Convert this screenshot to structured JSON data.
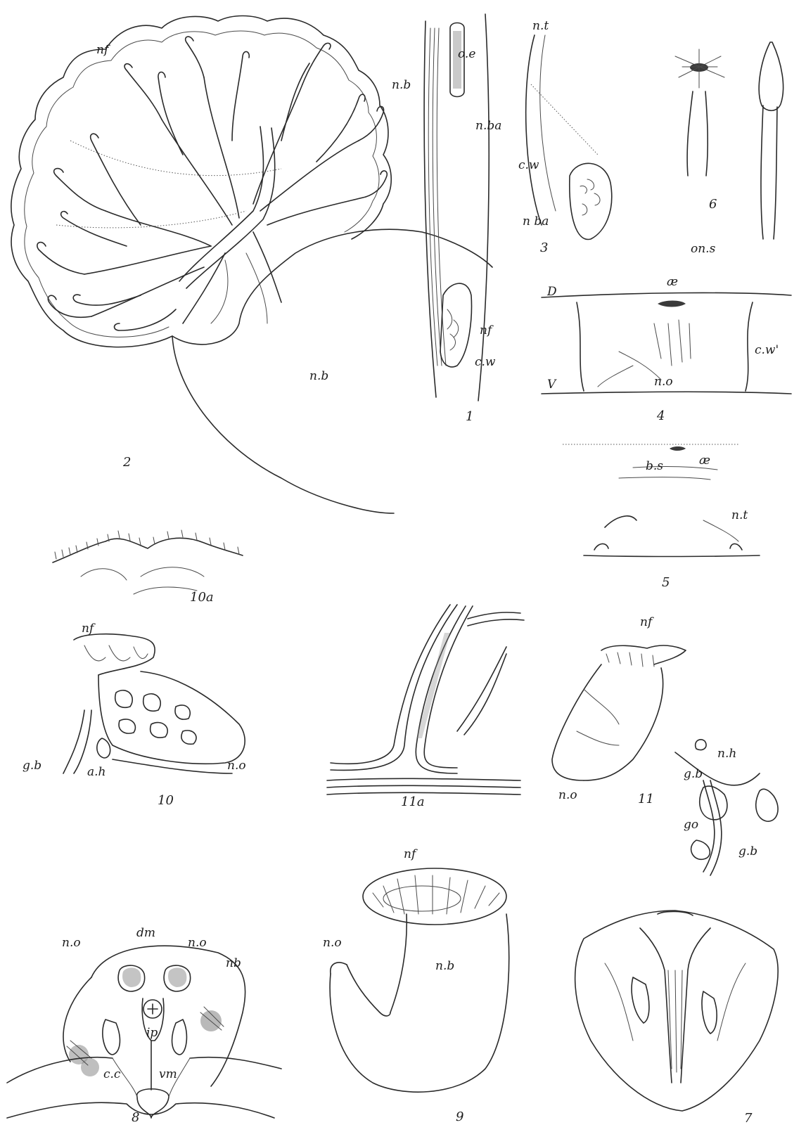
{
  "plate": {
    "labels": {
      "nf": "nf",
      "nb": "n.b",
      "nb_plain": "nb",
      "oe": "o.e",
      "nba": "n.ba",
      "nba_sp": "n ba",
      "cw": "c.w",
      "cw_prime": "c.w'",
      "nt": "n.t",
      "ons": "on.s",
      "D": "D",
      "V": "V",
      "ae": "æ",
      "no": "n.o",
      "bs": "b.s",
      "gb": "g.b",
      "ah": "a.h",
      "nh": "n.h",
      "go": "go",
      "dm": "dm",
      "ip": "ip",
      "cc": "c.c",
      "vm": "vm"
    },
    "figures": {
      "f1": "1",
      "f2": "2",
      "f3": "3",
      "f4": "4",
      "f5": "5",
      "f6": "6",
      "f7": "7",
      "f8": "8",
      "f9": "9",
      "f10": "10",
      "f10a": "10a",
      "f11": "11",
      "f11a": "11a"
    }
  }
}
